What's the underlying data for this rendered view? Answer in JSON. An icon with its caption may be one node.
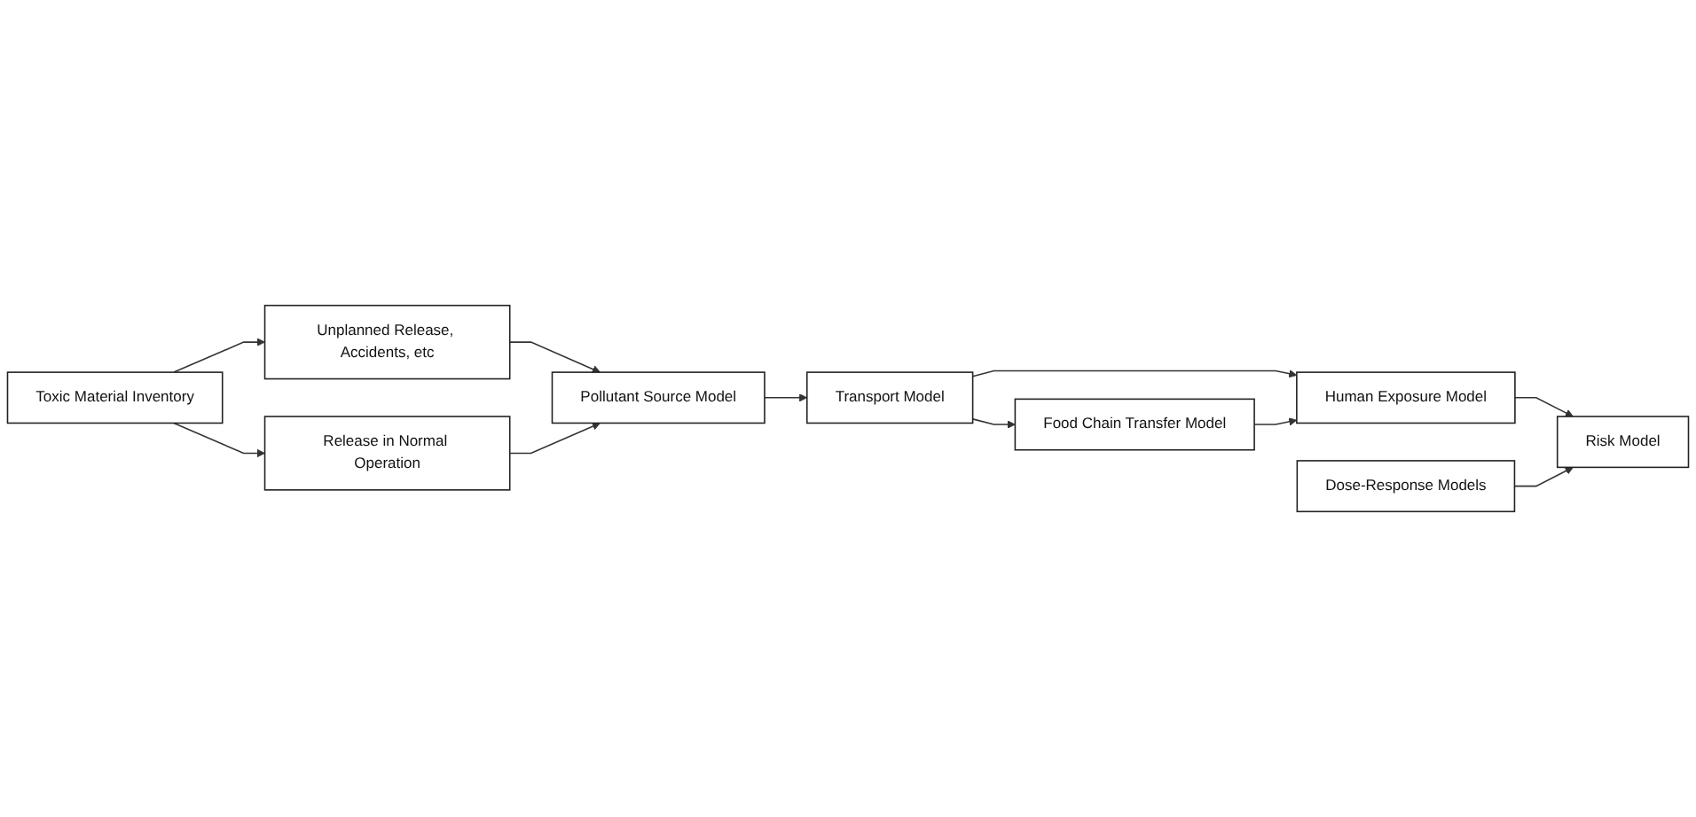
{
  "diagram": {
    "nodes": [
      {
        "text": [
          "Toxic Material Inventory"
        ]
      },
      {
        "text": [
          "Unplanned Release, Accidents, etc"
        ]
      },
      {
        "text": [
          "Pollutant Source Model"
        ]
      },
      {
        "text": [
          "Release in Normal Operation"
        ]
      },
      {
        "text": [
          "Human Exposure Model"
        ]
      },
      {
        "text": [
          "Food Chain Transfer Model"
        ]
      },
      {
        "text": [
          "Transport Model"
        ]
      },
      {
        "text": [
          "Risk Model"
        ]
      },
      {
        "text": [
          "Dose-Response Models"
        ]
      }
    ],
    "edges": [
      {
        "from": 0,
        "to": 1,
        "arrow": "to"
      },
      {
        "from": 0,
        "to": 3,
        "arrow": "to"
      },
      {
        "from": 1,
        "to": 2,
        "arrow": "to"
      },
      {
        "from": 3,
        "to": 2,
        "arrow": "to"
      },
      {
        "from": 2,
        "to": 6,
        "arrow": "to"
      },
      {
        "from": 6,
        "to": 4,
        "arrow": "to"
      },
      {
        "from": 6,
        "to": 5,
        "arrow": "to"
      },
      {
        "from": 5,
        "to": 4,
        "arrow": "to"
      },
      {
        "from": 4,
        "to": 7,
        "arrow": "to"
      },
      {
        "from": 8,
        "to": 7,
        "arrow": "to"
      }
    ]
  }
}
